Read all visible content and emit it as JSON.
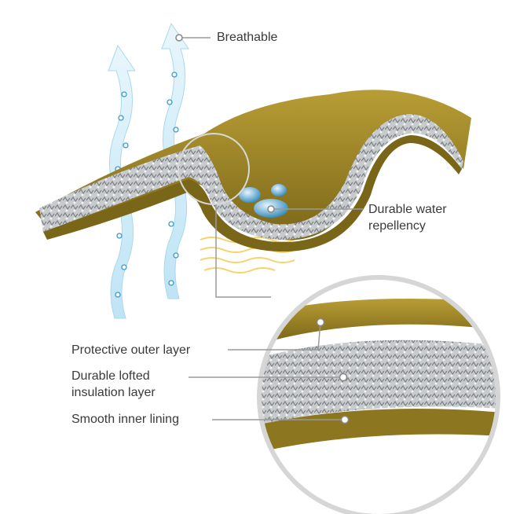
{
  "labels": {
    "breathable": "Breathable",
    "water_line1": "Durable water",
    "water_line2": "repellency",
    "outer": "Protective outer layer",
    "lofted_line1": "Durable lofted",
    "lofted_line2": "insulation layer",
    "lining": "Smooth inner lining"
  },
  "colors": {
    "fabric": "#a08a2c",
    "fabric_dark": "#6e5d18",
    "insulation": "#c9ccce",
    "air": "#bfe4f5",
    "leader": "#9a9a9a",
    "heat": "#f5c842"
  }
}
